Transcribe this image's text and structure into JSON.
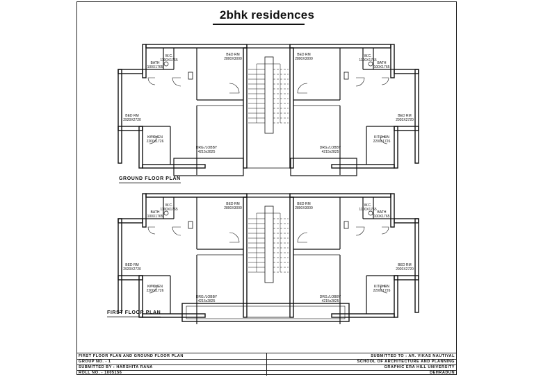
{
  "title": "2bhk residences",
  "plans": {
    "ground_label": "GROUND FLOOR PLAN",
    "first_label": "FIRST FLOOR PLAN"
  },
  "rooms": {
    "wc": "W.C.",
    "wc_size": "1100X1765",
    "bath": "BATH",
    "bath_size": "100X1765",
    "bath_size_b": "1100X1765",
    "bed_rm": "BED RM",
    "bed_rm_size_a": "2800X3000",
    "bed_rm_size_b": "2920X2720",
    "kitchen": "KITCHEN",
    "kitchen_size": "2200x1726",
    "lobby": "DRG./LOBBY",
    "lobby_size": "4215x2825"
  },
  "title_block": {
    "left_1": "FIRST FLOOR PLAN AND GROUND FLOOR PLAN",
    "left_2": "GROUP NO. - 1",
    "left_3": "SUBMITTED BY : HARSHITA RANA",
    "left_4": "ROLL NO. - 1005156",
    "right_1": "SUBMITTED TO : AR. VIKAS NAUTIYAL",
    "right_2": "SCHOOL OF ARCHITECTURE AND PLANNING",
    "right_3": "GRAPHIC ERA HILL UNIVERSITY",
    "right_4": "DEHRADUN"
  }
}
